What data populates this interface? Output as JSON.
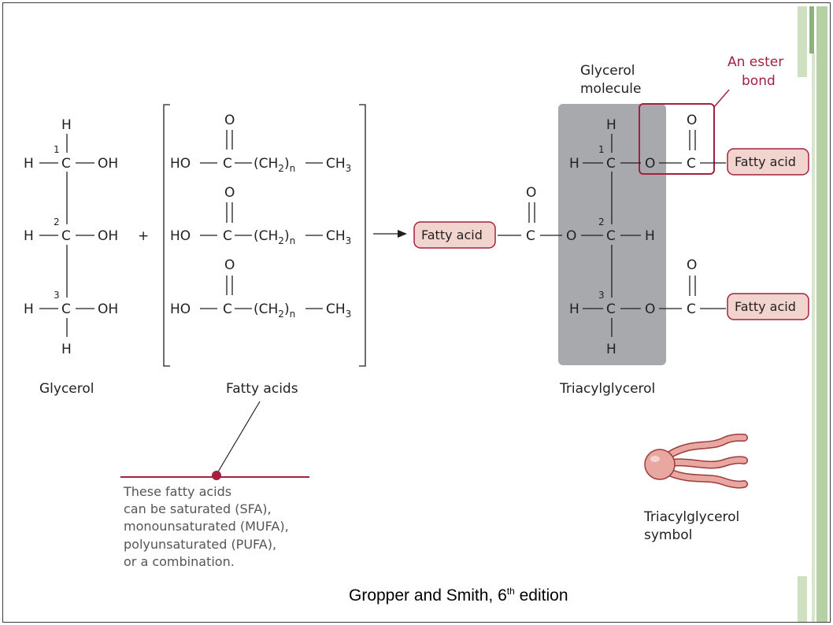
{
  "atoms": {
    "H": "H",
    "C": "C",
    "O": "O",
    "OH": "OH",
    "HO": "HO",
    "CH": "CH",
    "n": "n",
    "sub2": "2",
    "sub3": "3"
  },
  "carbon_numbers": [
    "1",
    "2",
    "3"
  ],
  "operator_plus": "+",
  "labels": {
    "glycerol": "Glycerol",
    "fatty_acids": "Fatty acids",
    "triacylglycerol": "Triacylglycerol",
    "glycerol_molecule_line1": "Glycerol",
    "glycerol_molecule_line2": "molecule",
    "ester_bond_line1": "An ester",
    "ester_bond_line2": "bond",
    "fatty_acid_box": "Fatty acid",
    "symbol_line1": "Triacylglycerol",
    "symbol_line2": "symbol"
  },
  "note_lines": [
    "These fatty acids",
    "can be saturated (SFA),",
    "monounsaturated (MUFA),",
    "polyunsaturated (PUFA),",
    "or a combination."
  ],
  "credit": {
    "text": "Gropper and Smith, 6",
    "sup": "th",
    "suffix": " edition"
  },
  "colors": {
    "ester_red": "#a3203f",
    "fatty_acid_fill": "#f2d4cf",
    "glycerol_box": "#a7a9ac",
    "accent_green": "#b5d0a3"
  }
}
